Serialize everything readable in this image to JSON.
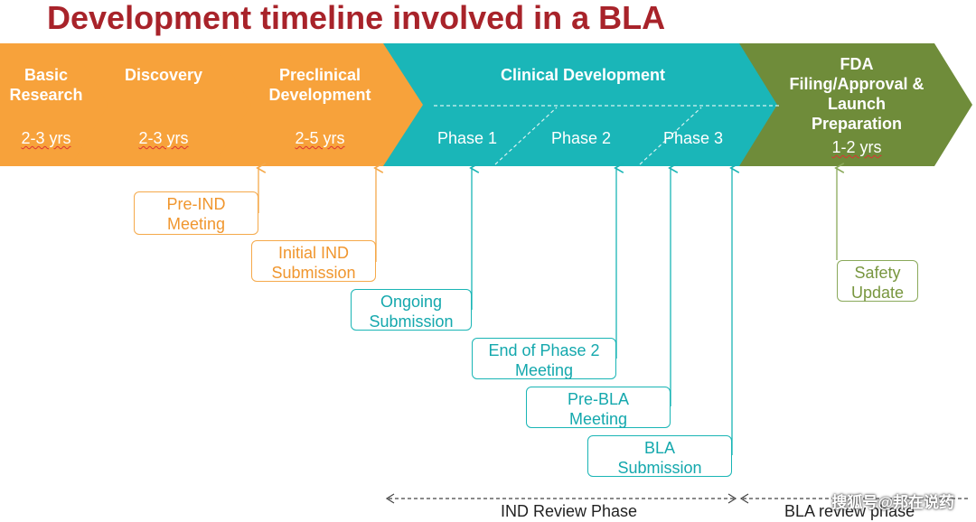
{
  "title": "Development timeline involved in a BLA",
  "colors": {
    "orange": "#f7a23b",
    "teal": "#1ab6b8",
    "green": "#6f8c3a",
    "title": "#a8232a"
  },
  "stages": {
    "basic": {
      "name": "Basic Research",
      "duration": "2-3 yrs"
    },
    "discovery": {
      "name": "Discovery",
      "duration": "2-3 yrs"
    },
    "preclinical": {
      "name": "Preclinical Development",
      "duration": "2-5 yrs"
    },
    "clinical": {
      "name": "Clinical Development",
      "phases": [
        "Phase 1",
        "Phase 2",
        "Phase 3"
      ]
    },
    "fda": {
      "name": "FDA Filing/Approval & Launch Preparation",
      "duration": "1-2 yrs"
    }
  },
  "milestones": {
    "pre_ind": "Pre-IND Meeting",
    "initial_ind": "Initial IND Submission",
    "ongoing": "Ongoing Submission",
    "end_phase2": "End of Phase 2 Meeting",
    "pre_bla": "Pre-BLA Meeting",
    "bla_submission": "BLA Submission",
    "safety_update": "Safety Update"
  },
  "review_phases": {
    "ind": "IND Review Phase",
    "bla": "BLA review phase"
  },
  "watermark": "搜狐号@邦在说药"
}
